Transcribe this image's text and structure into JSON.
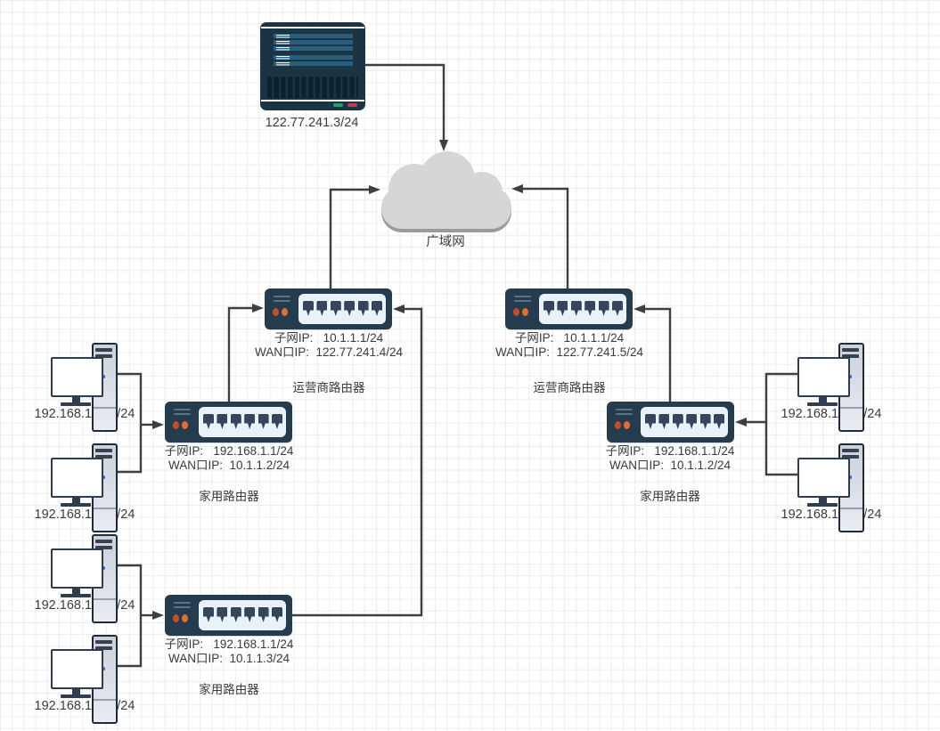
{
  "nodes": {
    "server": {
      "ip": "122.77.241.3/24"
    },
    "cloud": {
      "label": "广域网"
    },
    "routers": [
      {
        "id": "isp-router-left",
        "subnet": "子网IP:   10.1.1.1/24",
        "wan": "WAN口IP:  122.77.241.4/24",
        "name": "运营商路由器"
      },
      {
        "id": "isp-router-right",
        "subnet": "子网IP:   10.1.1.1/24",
        "wan": "WAN口IP:  122.77.241.5/24",
        "name": "运营商路由器"
      },
      {
        "id": "home-router-left",
        "subnet": "子网IP:   192.168.1.1/24",
        "wan": "WAN口IP:  10.1.1.2/24",
        "name": "家用路由器"
      },
      {
        "id": "home-router-right",
        "subnet": "子网IP:   192.168.1.1/24",
        "wan": "WAN口IP:  10.1.1.2/24",
        "name": "家用路由器"
      },
      {
        "id": "home-router-bottom",
        "subnet": "子网IP:   192.168.1.1/24",
        "wan": "WAN口IP:  10.1.1.3/24",
        "name": "家用路由器"
      }
    ],
    "computers": [
      {
        "id": "pc-left-upper-1",
        "ip": "192.168.1.201/24"
      },
      {
        "id": "pc-left-upper-2",
        "ip": "192.168.1.200/24"
      },
      {
        "id": "pc-left-lower-1",
        "ip": "192.168.1.201/24"
      },
      {
        "id": "pc-left-lower-2",
        "ip": "192.168.1.200/24"
      },
      {
        "id": "pc-right-1",
        "ip": "192.168.1.201/24"
      },
      {
        "id": "pc-right-2",
        "ip": "192.168.1.200/24"
      }
    ]
  },
  "colors": {
    "edge": "#3f3f3f",
    "router_body": "#253b4e",
    "router_panel": "#eaf2f9",
    "router_port": "#35465c",
    "router_dot_left": "#c44f27",
    "router_dot_right": "#e0702f",
    "server_body": "#1b3443",
    "server_bar": "#2c5f7e",
    "led_green": "#2f9e64",
    "led_red": "#c23a50",
    "cloud_fill": "#d6d6d6",
    "cloud_shadow": "#9b9b9b",
    "tower_fill": "#dfe4ea",
    "monitor_border": "#2e3d50",
    "power_dot_blue": "#2f62d8",
    "grid_line": "#eceded"
  }
}
